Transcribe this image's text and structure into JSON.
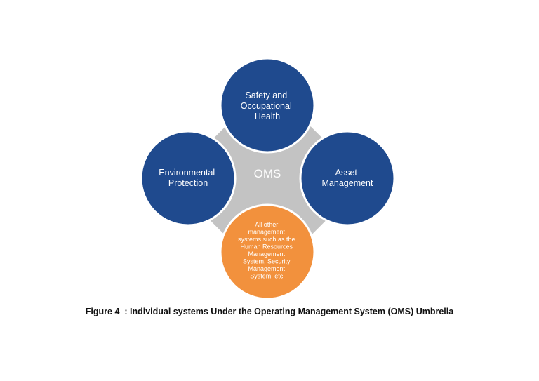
{
  "diagram": {
    "center_label": "OMS",
    "nodes": {
      "top": {
        "lines": [
          "Safety and",
          "Occupational",
          "Health"
        ]
      },
      "left": {
        "lines": [
          "Environmental",
          "Protection"
        ]
      },
      "right": {
        "lines": [
          "Asset",
          "Management"
        ]
      },
      "bottom": {
        "lines": [
          "All other",
          "management",
          "systems such as the",
          "Human Resources",
          "Management",
          "System, Security",
          "Management",
          "System, etc."
        ]
      }
    },
    "colors": {
      "hub": "#c3c3c3",
      "primary_node": "#1f4a8e",
      "other_node": "#f2913d",
      "node_border": "#ffffff"
    }
  },
  "caption": "Figure 4  : Individual systems Under the Operating Management System (OMS) Umbrella"
}
